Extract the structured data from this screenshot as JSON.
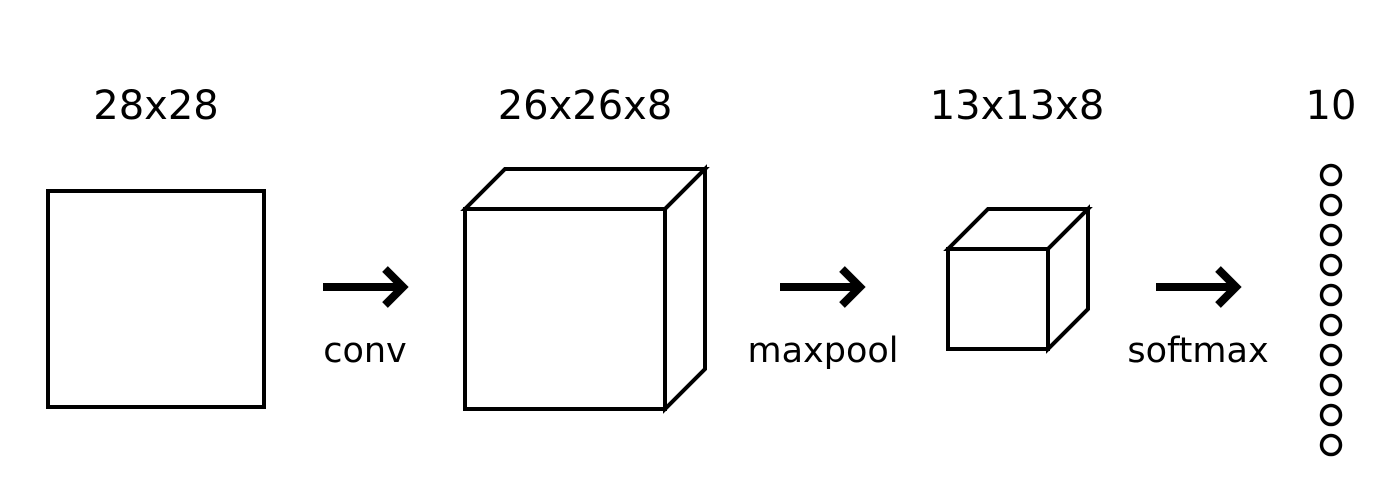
{
  "diagram": {
    "stages": [
      {
        "id": "input",
        "label": "28x28"
      },
      {
        "id": "conv-output",
        "label": "26x26x8"
      },
      {
        "id": "pool-output",
        "label": "13x13x8"
      },
      {
        "id": "softmax-output",
        "label": "10",
        "node_count": 10
      }
    ],
    "operations": [
      {
        "id": "conv",
        "label": "conv"
      },
      {
        "id": "maxpool",
        "label": "maxpool"
      },
      {
        "id": "softmax",
        "label": "softmax"
      }
    ]
  }
}
